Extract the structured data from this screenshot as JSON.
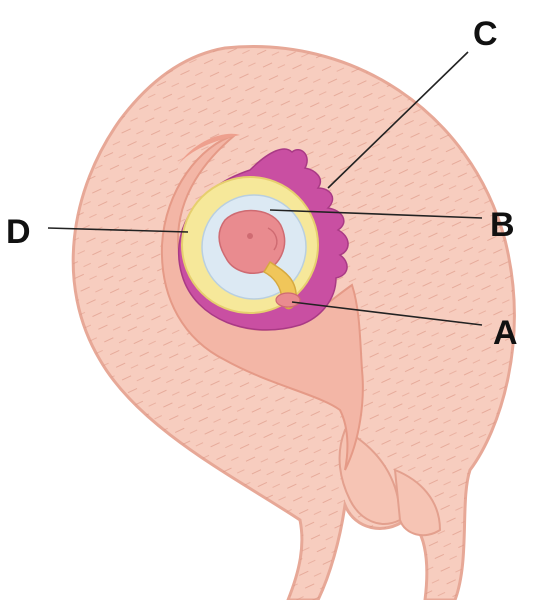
{
  "labels": {
    "a": "A",
    "b": "B",
    "c": "C",
    "d": "D"
  },
  "colors": {
    "uterus_wall": "#f7cdbf",
    "uterus_outline": "#e7a897",
    "uterine_cavity": "#f3b6a6",
    "chorion": "#c94fa2",
    "amniotic_sac": "#f6e89a",
    "amniotic_fluid": "#dce9f3",
    "embryo": "#e98b8f",
    "umbilical_stalk": "#f0c65a",
    "leader_line": "#222222"
  }
}
